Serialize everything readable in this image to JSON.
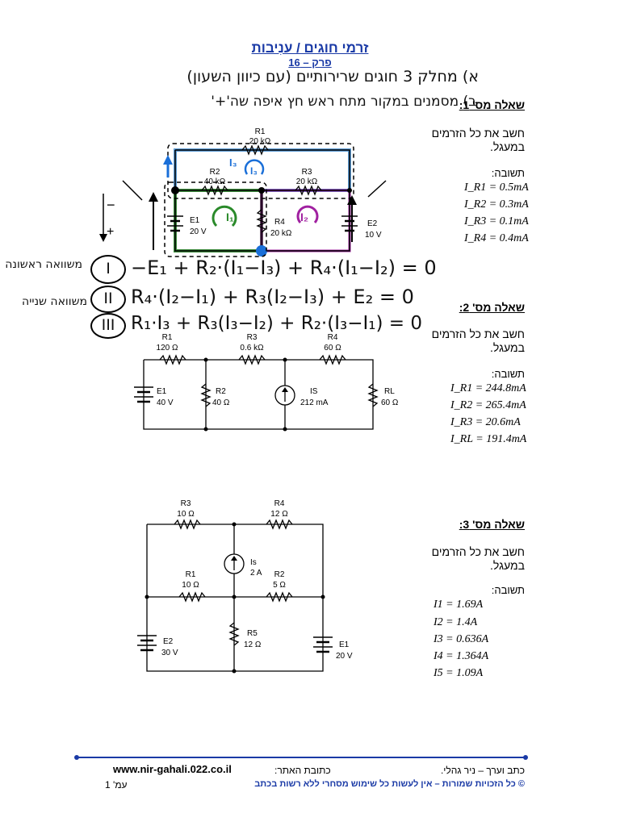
{
  "header": {
    "title": "זרמי חוגים / ענִיבות",
    "chapter": "פרק – 16"
  },
  "handwriting": {
    "note_a": "א) מחלק 3 חוגים שרירותיים (עם כיוון השעון)",
    "note_b": "ב) מסמנים במקור מתח ראש חץ איפה שה'+'",
    "label_side_top": "משוואה ראשונה",
    "label_side_mid": "משוואה שנייה",
    "eq1_num": "I",
    "eq2_num": "II",
    "eq3_num": "III",
    "eq1": "−E₁ + R₂·(I₁−I₃) + R₄·(I₁−I₂) = 0",
    "eq2": "R₄·(I₂−I₁) + R₃(I₂−I₃) + E₂ = 0",
    "eq3": "R₁·I₃ + R₃(I₃−I₂) + R₂·(I₃−I₁) = 0",
    "loop1": "I₁",
    "loop3": "I₃",
    "loop3b": "I₃",
    "loop2": "I₂",
    "minus": "−",
    "plus": "+"
  },
  "q1": {
    "heading": "שאלה מס' 1:",
    "text": "חשב את כל הזרמים במעגל.",
    "answer_label": "תשובה:",
    "answers": [
      "I_R1 = 0.5mA",
      "I_R2 = 0.3mA",
      "I_R3 = 0.1mA",
      "I_R4 = 0.4mA"
    ],
    "components": {
      "R1": "R1",
      "R1v": "20 kΩ",
      "R2": "R2",
      "R2v": "40 kΩ",
      "R3": "R3",
      "R3v": "20 kΩ",
      "R4": "R4",
      "R4v": "20 kΩ",
      "E1": "E1",
      "E1v": "20 V",
      "E2": "E2",
      "E2v": "10 V"
    }
  },
  "q2": {
    "heading": "שאלה מס' 2:",
    "text": "חשב את כל הזרמים במעגל.",
    "answer_label": "תשובה:",
    "answers": [
      "I_R1 = 244.8mA",
      "I_R2 = 265.4mA",
      "I_R3 = 20.6mA",
      "I_RL = 191.4mA"
    ],
    "components": {
      "R1": "R1",
      "R1v": "120 Ω",
      "R3": "R3",
      "R3v": "0.6 kΩ",
      "R4": "R4",
      "R4v": "60 Ω",
      "E1": "E1",
      "E1v": "40 V",
      "R2": "R2",
      "R2v": "40 Ω",
      "IS": "IS",
      "ISv": "212 mA",
      "RL": "RL",
      "RLv": "60 Ω"
    }
  },
  "q3": {
    "heading": "שאלה מס' 3:",
    "text": "חשב את כל הזרמים במעגל.",
    "answer_label": "תשובה:",
    "answers": [
      "I1 = 1.69A",
      "I2 = 1.4A",
      "I3 = 0.636A",
      "I4 = 1.364A",
      "I5 = 1.09A"
    ],
    "components": {
      "R3": "R3",
      "R3v": "10 Ω",
      "R4": "R4",
      "R4v": "12 Ω",
      "Is": "Is",
      "Isv": "2 A",
      "R1": "R1",
      "R1v": "10 Ω",
      "R2": "R2",
      "R2v": "5 Ω",
      "R5": "R5",
      "R5v": "12 Ω",
      "E2": "E2",
      "E2v": "30 V",
      "E1": "E1",
      "E1v": "20 V"
    }
  },
  "footer": {
    "author": "כתב וערך – ניר גהלי.",
    "site_label": "כתובת האתר:",
    "site": "www.nir-gahali.022.co.il",
    "copyright": "© כל הזכויות שמורות – אין לעשות כל שימוש מסחרי ללא רשות בכתב",
    "page": "עמ' 1"
  }
}
